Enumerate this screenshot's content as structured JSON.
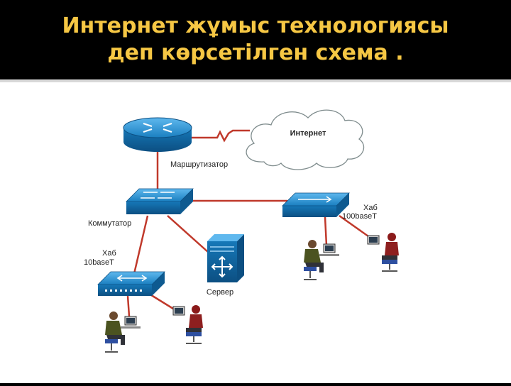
{
  "title": {
    "line1": "Интернет жұмыс технологиясы",
    "line2": "деп көрсетілген схема ."
  },
  "diagram": {
    "internet_label": "Интернет",
    "router_label": "Маршрутизатор",
    "switch_label": "Коммутатор",
    "server_label": "Сервер",
    "hub_left_label_1": "Хаб",
    "hub_left_label_2": "10baseT",
    "hub_right_label_1": "Хаб",
    "hub_right_label_2": "100baseT"
  },
  "colors": {
    "title": "#f6c744",
    "link": "#c0392b",
    "device_blue": "#1a7fc0"
  }
}
